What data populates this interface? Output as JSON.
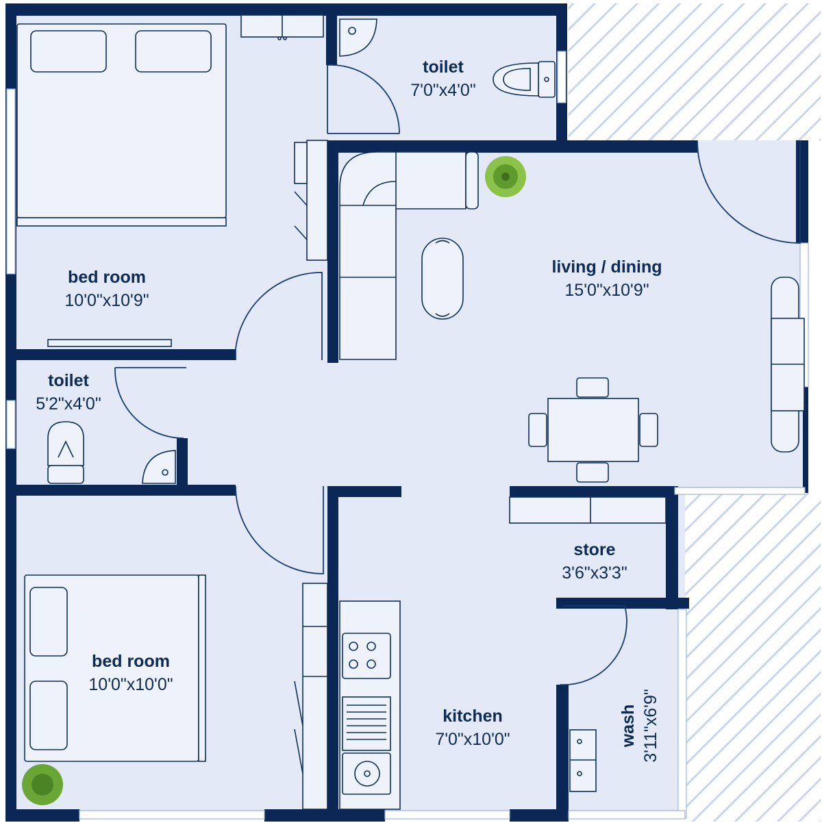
{
  "rooms": {
    "toilet_top": {
      "name": "toilet",
      "dims": "7'0\"x4'0\""
    },
    "bedroom_top": {
      "name": "bed room",
      "dims": "10'0\"x10'9\""
    },
    "living": {
      "name": "living / dining",
      "dims": "15'0\"x10'9\""
    },
    "toilet_left": {
      "name": "toilet",
      "dims": "5'2\"x4'0\""
    },
    "store": {
      "name": "store",
      "dims": "3'6\"x3'3\""
    },
    "bedroom_bottom": {
      "name": "bed room",
      "dims": "10'0\"x10'0\""
    },
    "kitchen": {
      "name": "kitchen",
      "dims": "7'0\"x10'0\""
    },
    "wash": {
      "name": "wash",
      "dims": "3'11\"x6'9\""
    }
  },
  "colors": {
    "wall": "#0a2756",
    "floor": "#e3e9f7",
    "hatch": "#c9d5ec",
    "plant": "#6aa636"
  }
}
